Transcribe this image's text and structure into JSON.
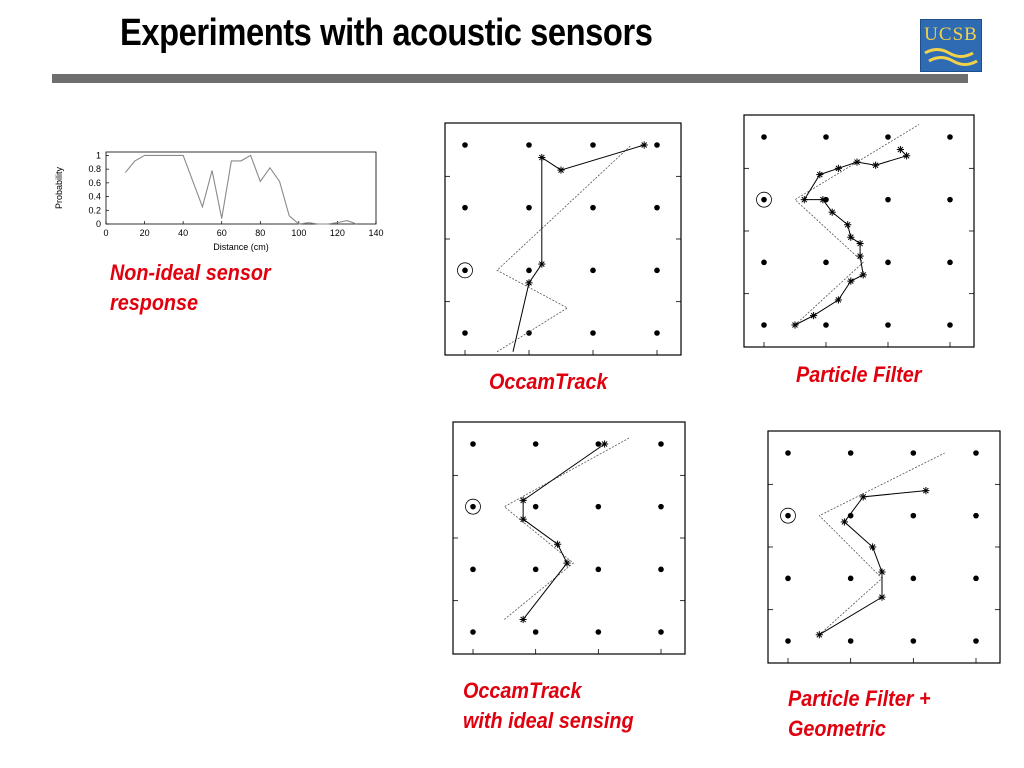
{
  "slide": {
    "title": "Experiments with acoustic sensors",
    "logo_text": "UCSB"
  },
  "captions": {
    "sensor": [
      "Non-ideal sensor",
      "response"
    ],
    "occam": "OccamTrack",
    "particle": "Particle Filter",
    "occam_ideal": [
      "OccamTrack",
      "with ideal sensing"
    ],
    "particle_geo": [
      "Particle Filter +",
      "Geometric"
    ]
  },
  "colors": {
    "caption": "#e0000e",
    "rule": "#6e6e6e",
    "logo_bg": "#2f6bb3",
    "logo_text": "#f2d24a"
  },
  "chart_data": [
    {
      "type": "line",
      "xlabel": "Distance (cm)",
      "ylabel": "Probability",
      "xlim": [
        0,
        140
      ],
      "ylim": [
        0,
        1.05
      ],
      "xticks": [
        0,
        20,
        40,
        60,
        80,
        100,
        120,
        140
      ],
      "yticks": [
        0,
        0.2,
        0.4,
        0.6,
        0.8,
        1
      ],
      "x": [
        10,
        15,
        20,
        40,
        50,
        55,
        60,
        65,
        70,
        75,
        80,
        85,
        90,
        95,
        100,
        105,
        110,
        115,
        120,
        125,
        130
      ],
      "y": [
        0.75,
        0.92,
        1.0,
        1.0,
        0.25,
        0.78,
        0.08,
        0.92,
        0.92,
        1.0,
        0.62,
        0.82,
        0.62,
        0.12,
        0.0,
        0.02,
        0.0,
        0.0,
        0.02,
        0.05,
        0.0
      ]
    },
    {
      "type": "scatter",
      "grid_sensors": {
        "cols": [
          0,
          1,
          2,
          3
        ],
        "rows": [
          0,
          1,
          2,
          3
        ],
        "highlighted": [
          0,
          2
        ]
      },
      "true_path": [
        [
          0.5,
          3.3
        ],
        [
          1.6,
          2.6
        ],
        [
          0.5,
          2.0
        ],
        [
          2.6,
          0.0
        ]
      ],
      "estimated_path": [
        [
          0.75,
          3.3
        ],
        [
          1.0,
          2.2
        ],
        [
          1.2,
          1.9
        ],
        [
          1.2,
          0.2
        ],
        [
          1.5,
          0.4
        ],
        [
          2.8,
          0.0
        ]
      ]
    },
    {
      "type": "scatter",
      "grid_sensors": {
        "cols": [
          0,
          1,
          2,
          3
        ],
        "rows": [
          0,
          1,
          2,
          3
        ],
        "highlighted": [
          0,
          1
        ]
      },
      "true_path": [
        [
          0.5,
          3.0
        ],
        [
          1.6,
          2.0
        ],
        [
          0.5,
          1.0
        ],
        [
          2.5,
          -0.2
        ]
      ],
      "estimated_path": [
        [
          0.5,
          3.0
        ],
        [
          0.8,
          2.85
        ],
        [
          1.2,
          2.6
        ],
        [
          1.4,
          2.3
        ],
        [
          1.6,
          2.2
        ],
        [
          1.55,
          1.9
        ],
        [
          1.55,
          1.7
        ],
        [
          1.4,
          1.6
        ],
        [
          1.35,
          1.4
        ],
        [
          1.1,
          1.2
        ],
        [
          0.95,
          1.0
        ],
        [
          0.65,
          1.0
        ],
        [
          0.9,
          0.6
        ],
        [
          1.2,
          0.5
        ],
        [
          1.5,
          0.4
        ],
        [
          1.8,
          0.45
        ],
        [
          2.3,
          0.3
        ],
        [
          2.2,
          0.2
        ]
      ]
    },
    {
      "type": "scatter",
      "grid_sensors": {
        "cols": [
          0,
          1,
          2,
          3
        ],
        "rows": [
          0,
          1,
          2,
          3
        ],
        "highlighted": [
          0,
          1
        ]
      },
      "true_path": [
        [
          0.5,
          2.8
        ],
        [
          1.6,
          1.9
        ],
        [
          0.5,
          1.0
        ],
        [
          2.5,
          -0.1
        ]
      ],
      "estimated_path": [
        [
          0.8,
          2.8
        ],
        [
          1.5,
          1.9
        ],
        [
          1.35,
          1.6
        ],
        [
          0.8,
          1.2
        ],
        [
          0.8,
          0.9
        ],
        [
          2.1,
          0.0
        ]
      ]
    },
    {
      "type": "scatter",
      "grid_sensors": {
        "cols": [
          0,
          1,
          2,
          3
        ],
        "rows": [
          0,
          1,
          2,
          3
        ],
        "highlighted": [
          0,
          1
        ]
      },
      "true_path": [
        [
          0.5,
          2.9
        ],
        [
          1.5,
          2.0
        ],
        [
          0.5,
          1.0
        ],
        [
          2.5,
          0.0
        ]
      ],
      "estimated_path": [
        [
          0.5,
          2.9
        ],
        [
          1.5,
          2.3
        ],
        [
          1.5,
          1.9
        ],
        [
          1.35,
          1.5
        ],
        [
          0.9,
          1.1
        ],
        [
          1.2,
          0.7
        ],
        [
          2.2,
          0.6
        ]
      ]
    }
  ]
}
